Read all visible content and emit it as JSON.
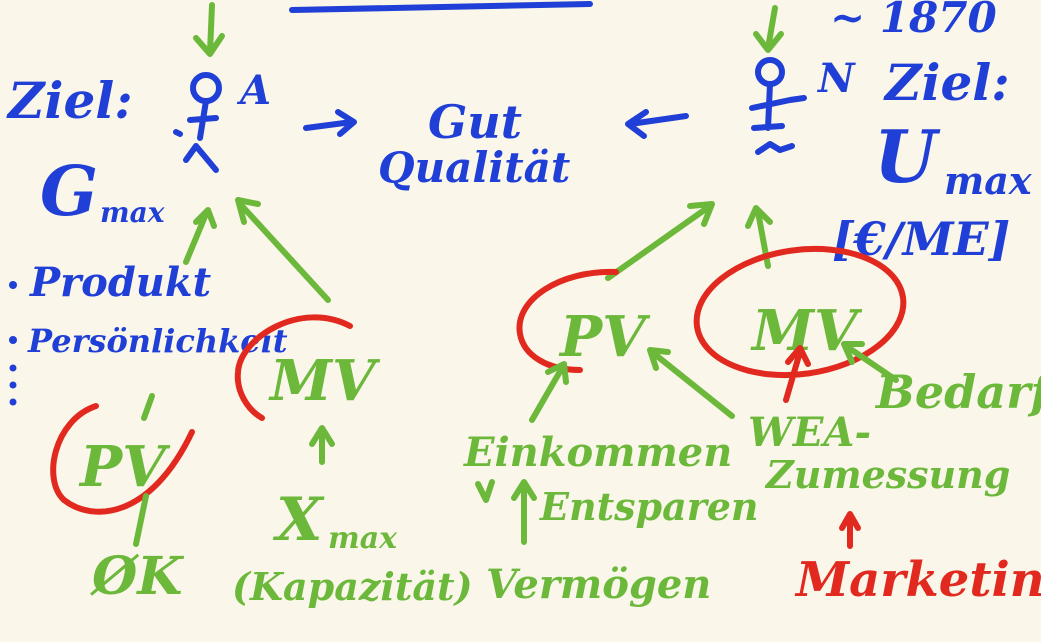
{
  "top_right_note": "~ 1870",
  "left_goal_label": "Ziel:",
  "left_goal_value": "G",
  "left_goal_sub": "max",
  "left_actor_letter": "A",
  "right_actor_letter": "N",
  "right_goal_label": "Ziel:",
  "right_goal_value": "U",
  "right_goal_sub": "max",
  "right_goal_unit": "[€/ME]",
  "center_line1": "Gut",
  "center_line2": "Qualität",
  "left_list": [
    "Produkt",
    "Persönlichkeit"
  ],
  "left_pv": "PV",
  "left_mv": "MV",
  "left_pv_source": "ØK",
  "left_mv_source": "X",
  "left_mv_source_sub": "max",
  "left_mv_source_note": "(Kapazität)",
  "right_pv": "PV",
  "right_mv": "MV",
  "income": "Einkommen",
  "saving": "Entsparen",
  "assets": "Vermögen",
  "need": "Bedarf",
  "weighting_line1": "WEA-",
  "weighting_line2": "Zumessung",
  "marketing": "Marketing"
}
